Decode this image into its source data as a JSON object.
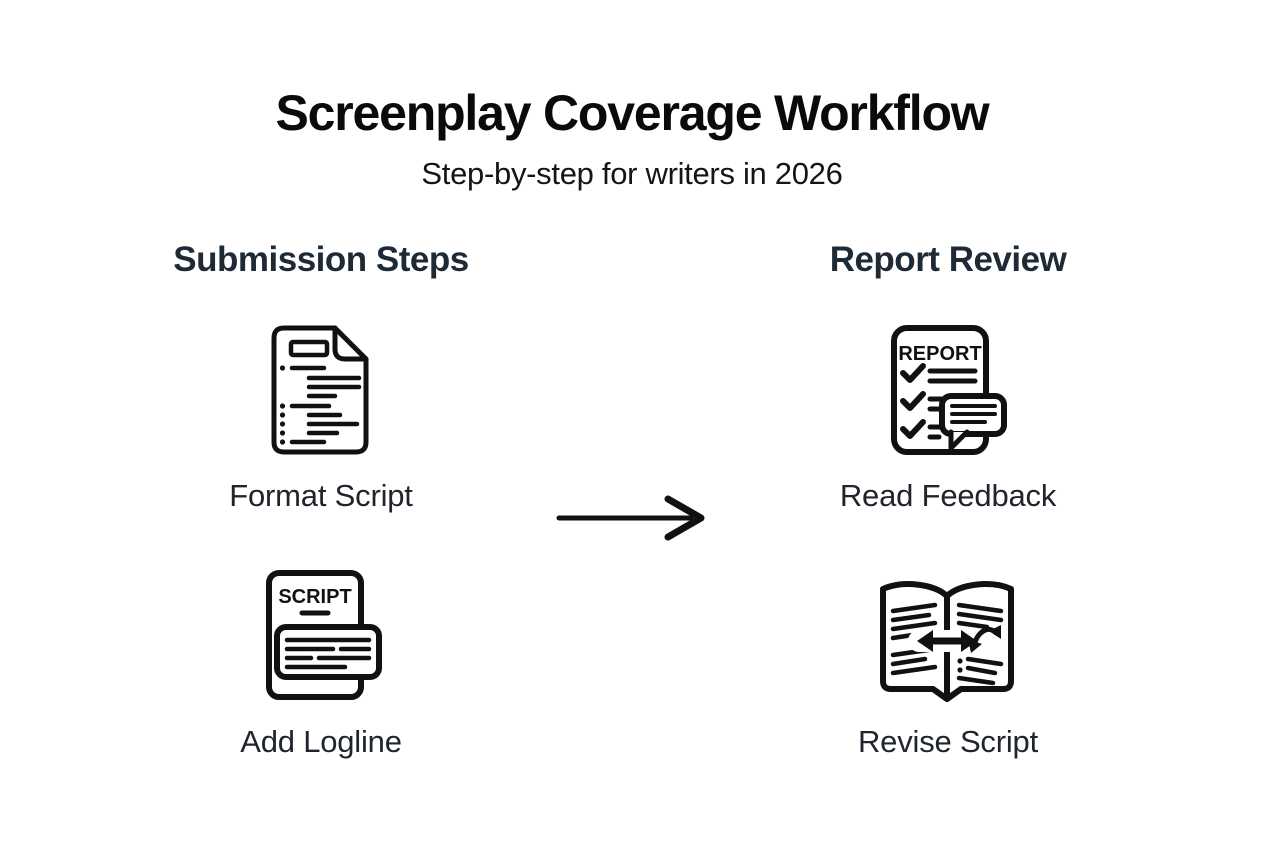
{
  "header": {
    "title": "Screenplay Coverage Workflow",
    "subtitle": "Step-by-step for writers in 2026"
  },
  "colors": {
    "background": "#ffffff",
    "title_text": "#0a0a0b",
    "subtitle_text": "#141518",
    "column_heading_text": "#1f2a37",
    "step_label_text": "#20252d",
    "icon_line": "#101113"
  },
  "columns": [
    {
      "heading": "Submission Steps",
      "items": [
        {
          "label": "Format Script",
          "icon": "format-script-document-icon"
        },
        {
          "label": "Add Logline",
          "icon": "script-logline-icon",
          "icon_text": "SCRIPT"
        }
      ]
    },
    {
      "heading": "Report Review",
      "items": [
        {
          "label": "Read Feedback",
          "icon": "report-feedback-icon",
          "icon_text": "REPORT"
        },
        {
          "label": "Revise Script",
          "icon": "revise-open-book-icon"
        }
      ]
    }
  ],
  "connector": {
    "icon": "right-arrow-icon",
    "direction": "left-to-right"
  }
}
